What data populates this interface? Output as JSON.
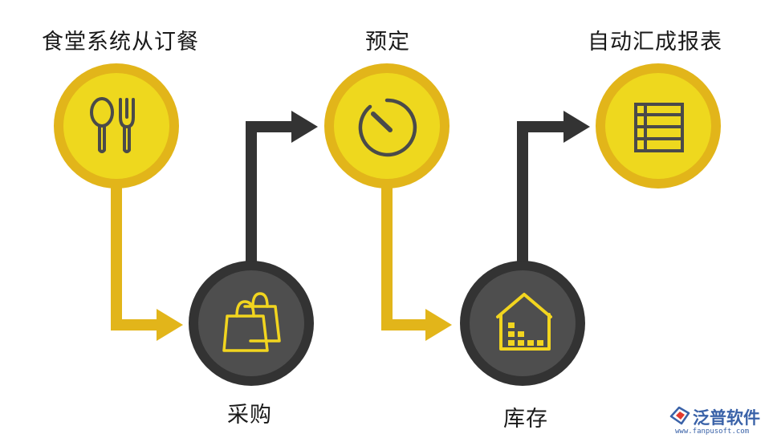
{
  "steps": [
    {
      "label": "食堂系统从订餐",
      "icon": "utensils-icon"
    },
    {
      "label": "采购",
      "icon": "shopping-bags-icon"
    },
    {
      "label": "预定",
      "icon": "timer-icon"
    },
    {
      "label": "库存",
      "icon": "warehouse-icon"
    },
    {
      "label": "自动汇成报表",
      "icon": "report-table-icon"
    }
  ],
  "colors": {
    "yellow_fill": "#eed81e",
    "yellow_ring": "#e2b51a",
    "yellow_connector": "#e2b51a",
    "dark_fill": "#4e4e4e",
    "dark_ring": "#333333",
    "dark_connector": "#333333",
    "icon_dark": "#4a4a4a",
    "icon_yellow": "#f2d51f"
  },
  "brand": {
    "name": "泛普软件",
    "url": "www.fanpusoft.com",
    "logo_icon": "fanpu-logo-icon"
  }
}
